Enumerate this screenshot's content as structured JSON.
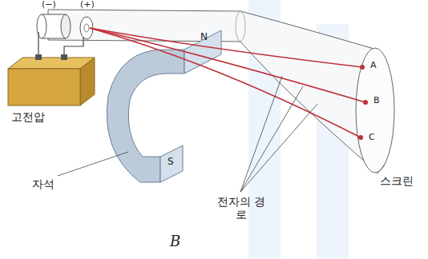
{
  "diagram": {
    "caption": "B",
    "labels": [
      "(−)",
      "(+)",
      "N",
      "S",
      "A",
      "B",
      "C",
      "고전압",
      "자석",
      "전자의 경로",
      "스크린"
    ]
  }
}
